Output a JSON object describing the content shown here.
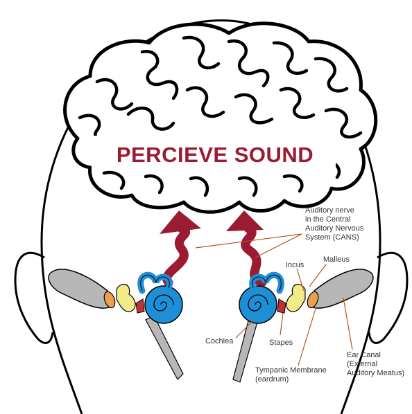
{
  "title": "PERCIEVE SOUND",
  "colors": {
    "title": "#9a1b32",
    "arrow": "#9a1b32",
    "cochlea": "#1e8fd6",
    "ear_canal": "#b7b7b7",
    "eardrum": "#e9a050",
    "ossicles": "#f3ea8a",
    "leader_line": "#b5561b",
    "outline": "#000000"
  },
  "labels": {
    "auditory_nerve": [
      "Auditory nerve",
      "in the Central",
      "Auditory Nervous",
      "System (CANS)"
    ],
    "incus": "Incus",
    "malleus": "Malleus",
    "cochlea": "Cochlea",
    "stapes": "Stapes",
    "tympanic": [
      "Tympanic Membrane",
      "(eardrum)"
    ],
    "ear_canal": [
      "Ear Canal",
      "(External",
      "Auditory Meatus)"
    ]
  }
}
